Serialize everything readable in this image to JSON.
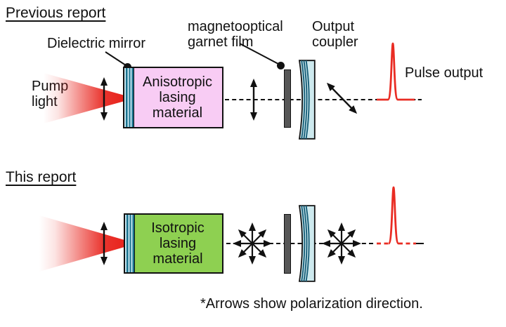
{
  "colors": {
    "anisotropic_fill": "#f8ccf4",
    "isotropic_fill": "#8ed051",
    "beam_red": "#e8231c",
    "pulse_red": "#e92c23",
    "mirror_light": "#c7e7f2",
    "mirror_dark": "#19728d",
    "garnet_gray": "#575757",
    "coupler_fill": "#cde9ee",
    "coupler_stripe": "#175e78"
  },
  "previous": {
    "title": "Previous report",
    "pump_label": "Pump\nlight",
    "mirror_label": "Dielectric mirror",
    "garnet_label": "magnetooptical\ngarnet film",
    "coupler_label": "Output\ncoupler",
    "material_label": "Anisotropic\nlasing\nmaterial",
    "pulse_label": "Pulse output"
  },
  "current": {
    "title": "This report",
    "material_label": "Isotropic\nlasing\nmaterial"
  },
  "footnote": "*Arrows show polarization direction.",
  "icons": {
    "vertical_double_arrow": "linear polarization (vertical)",
    "diagonal_double_arrow": "linear polarization (rotated)",
    "star_arrows": "polarization in all directions",
    "pulse_peak": "output pulse waveform"
  }
}
